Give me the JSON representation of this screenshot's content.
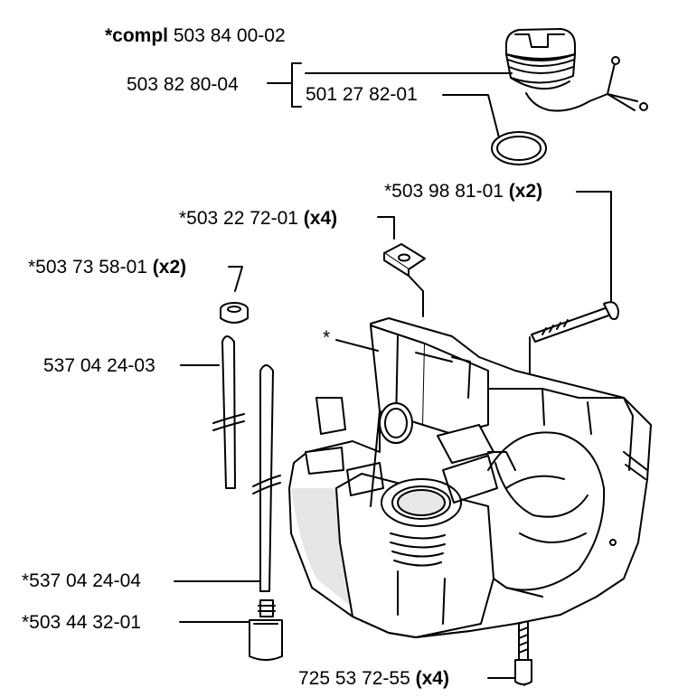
{
  "colors": {
    "ink": "#000000",
    "background": "#ffffff",
    "part_fill": "#ffffff",
    "shadow": "#d9d9d9"
  },
  "labels": {
    "compl_keyword": "*compl",
    "compl_number": "503 84 00-02",
    "fuel_cap_assembly": "503 82 80-04",
    "fuel_cap_ring": "501 27 82-01",
    "screw_long": "*503 98 81-01",
    "screw_long_qty": "(x2)",
    "clip_nut": "*503 22 72-01",
    "clip_nut_qty": "(x4)",
    "grommet": "*503 73 58-01",
    "grommet_qty": "(x2)",
    "fuel_hose": "537 04 24-03",
    "tank_asterisk": "*",
    "fuel_hose_alt": "*537 04 24-04",
    "fuel_filter": "*503 44 32-01",
    "bottom_screw": "725 53 72-55",
    "bottom_screw_qty": "(x4)"
  }
}
